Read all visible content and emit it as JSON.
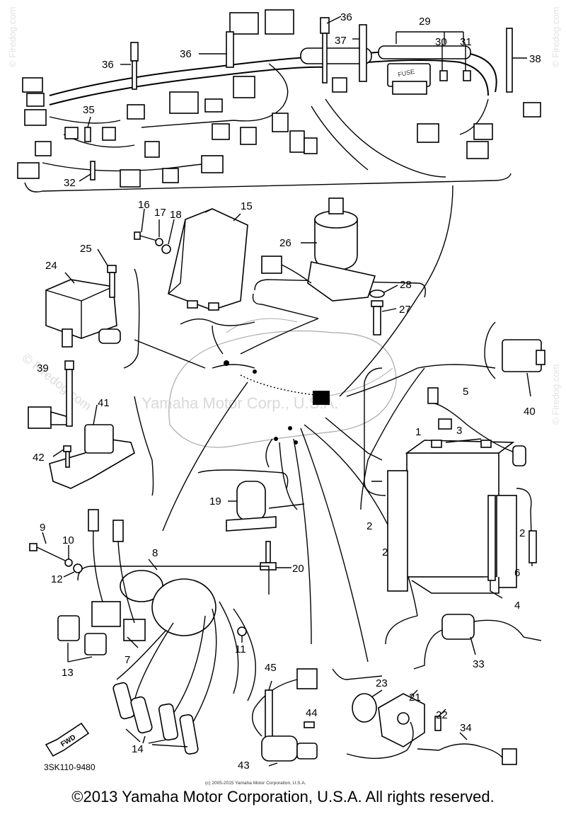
{
  "callouts": [
    {
      "id": "c1",
      "text": "1"
    },
    {
      "id": "c2a",
      "text": "2"
    },
    {
      "id": "c2b",
      "text": "2"
    },
    {
      "id": "c2c",
      "text": "2"
    },
    {
      "id": "c3",
      "text": "3"
    },
    {
      "id": "c4",
      "text": "4"
    },
    {
      "id": "c5",
      "text": "5"
    },
    {
      "id": "c6",
      "text": "6"
    },
    {
      "id": "c7",
      "text": "7"
    },
    {
      "id": "c8",
      "text": "8"
    },
    {
      "id": "c9",
      "text": "9"
    },
    {
      "id": "c10",
      "text": "10"
    },
    {
      "id": "c11",
      "text": "11"
    },
    {
      "id": "c12",
      "text": "12"
    },
    {
      "id": "c13",
      "text": "13"
    },
    {
      "id": "c14",
      "text": "14"
    },
    {
      "id": "c15",
      "text": "15"
    },
    {
      "id": "c16",
      "text": "16"
    },
    {
      "id": "c17",
      "text": "17"
    },
    {
      "id": "c18",
      "text": "18"
    },
    {
      "id": "c19",
      "text": "19"
    },
    {
      "id": "c20",
      "text": "20"
    },
    {
      "id": "c21",
      "text": "21"
    },
    {
      "id": "c22",
      "text": "22"
    },
    {
      "id": "c23",
      "text": "23"
    },
    {
      "id": "c24",
      "text": "24"
    },
    {
      "id": "c25",
      "text": "25"
    },
    {
      "id": "c26",
      "text": "26"
    },
    {
      "id": "c27",
      "text": "27"
    },
    {
      "id": "c28",
      "text": "28"
    },
    {
      "id": "c29",
      "text": "29"
    },
    {
      "id": "c30",
      "text": "30"
    },
    {
      "id": "c31",
      "text": "31"
    },
    {
      "id": "c32",
      "text": "32"
    },
    {
      "id": "c33",
      "text": "33"
    },
    {
      "id": "c34",
      "text": "34"
    },
    {
      "id": "c35",
      "text": "35"
    },
    {
      "id": "c36a",
      "text": "36"
    },
    {
      "id": "c36b",
      "text": "36"
    },
    {
      "id": "c36c",
      "text": "36"
    },
    {
      "id": "c37",
      "text": "37"
    },
    {
      "id": "c38",
      "text": "38"
    },
    {
      "id": "c39",
      "text": "39"
    },
    {
      "id": "c40",
      "text": "40"
    },
    {
      "id": "c41",
      "text": "41"
    },
    {
      "id": "c42",
      "text": "42"
    },
    {
      "id": "c43",
      "text": "43"
    },
    {
      "id": "c44",
      "text": "44"
    },
    {
      "id": "c45",
      "text": "45"
    }
  ],
  "diagram_code": "3SK110-9480",
  "fwd_label": "FWD",
  "fuse_label": "FUSE",
  "small_copyright": "(c) 2005-2015 Yamaha Motor Corporation, U.S.A.",
  "watermark_center": "Yamaha Motor Corp., U.S.A.",
  "watermark_side": "© Firedog.com",
  "watermark_left": "© Firedog.com",
  "copyright": "©2013 Yamaha Motor Corporation, U.S.A. All rights reserved."
}
